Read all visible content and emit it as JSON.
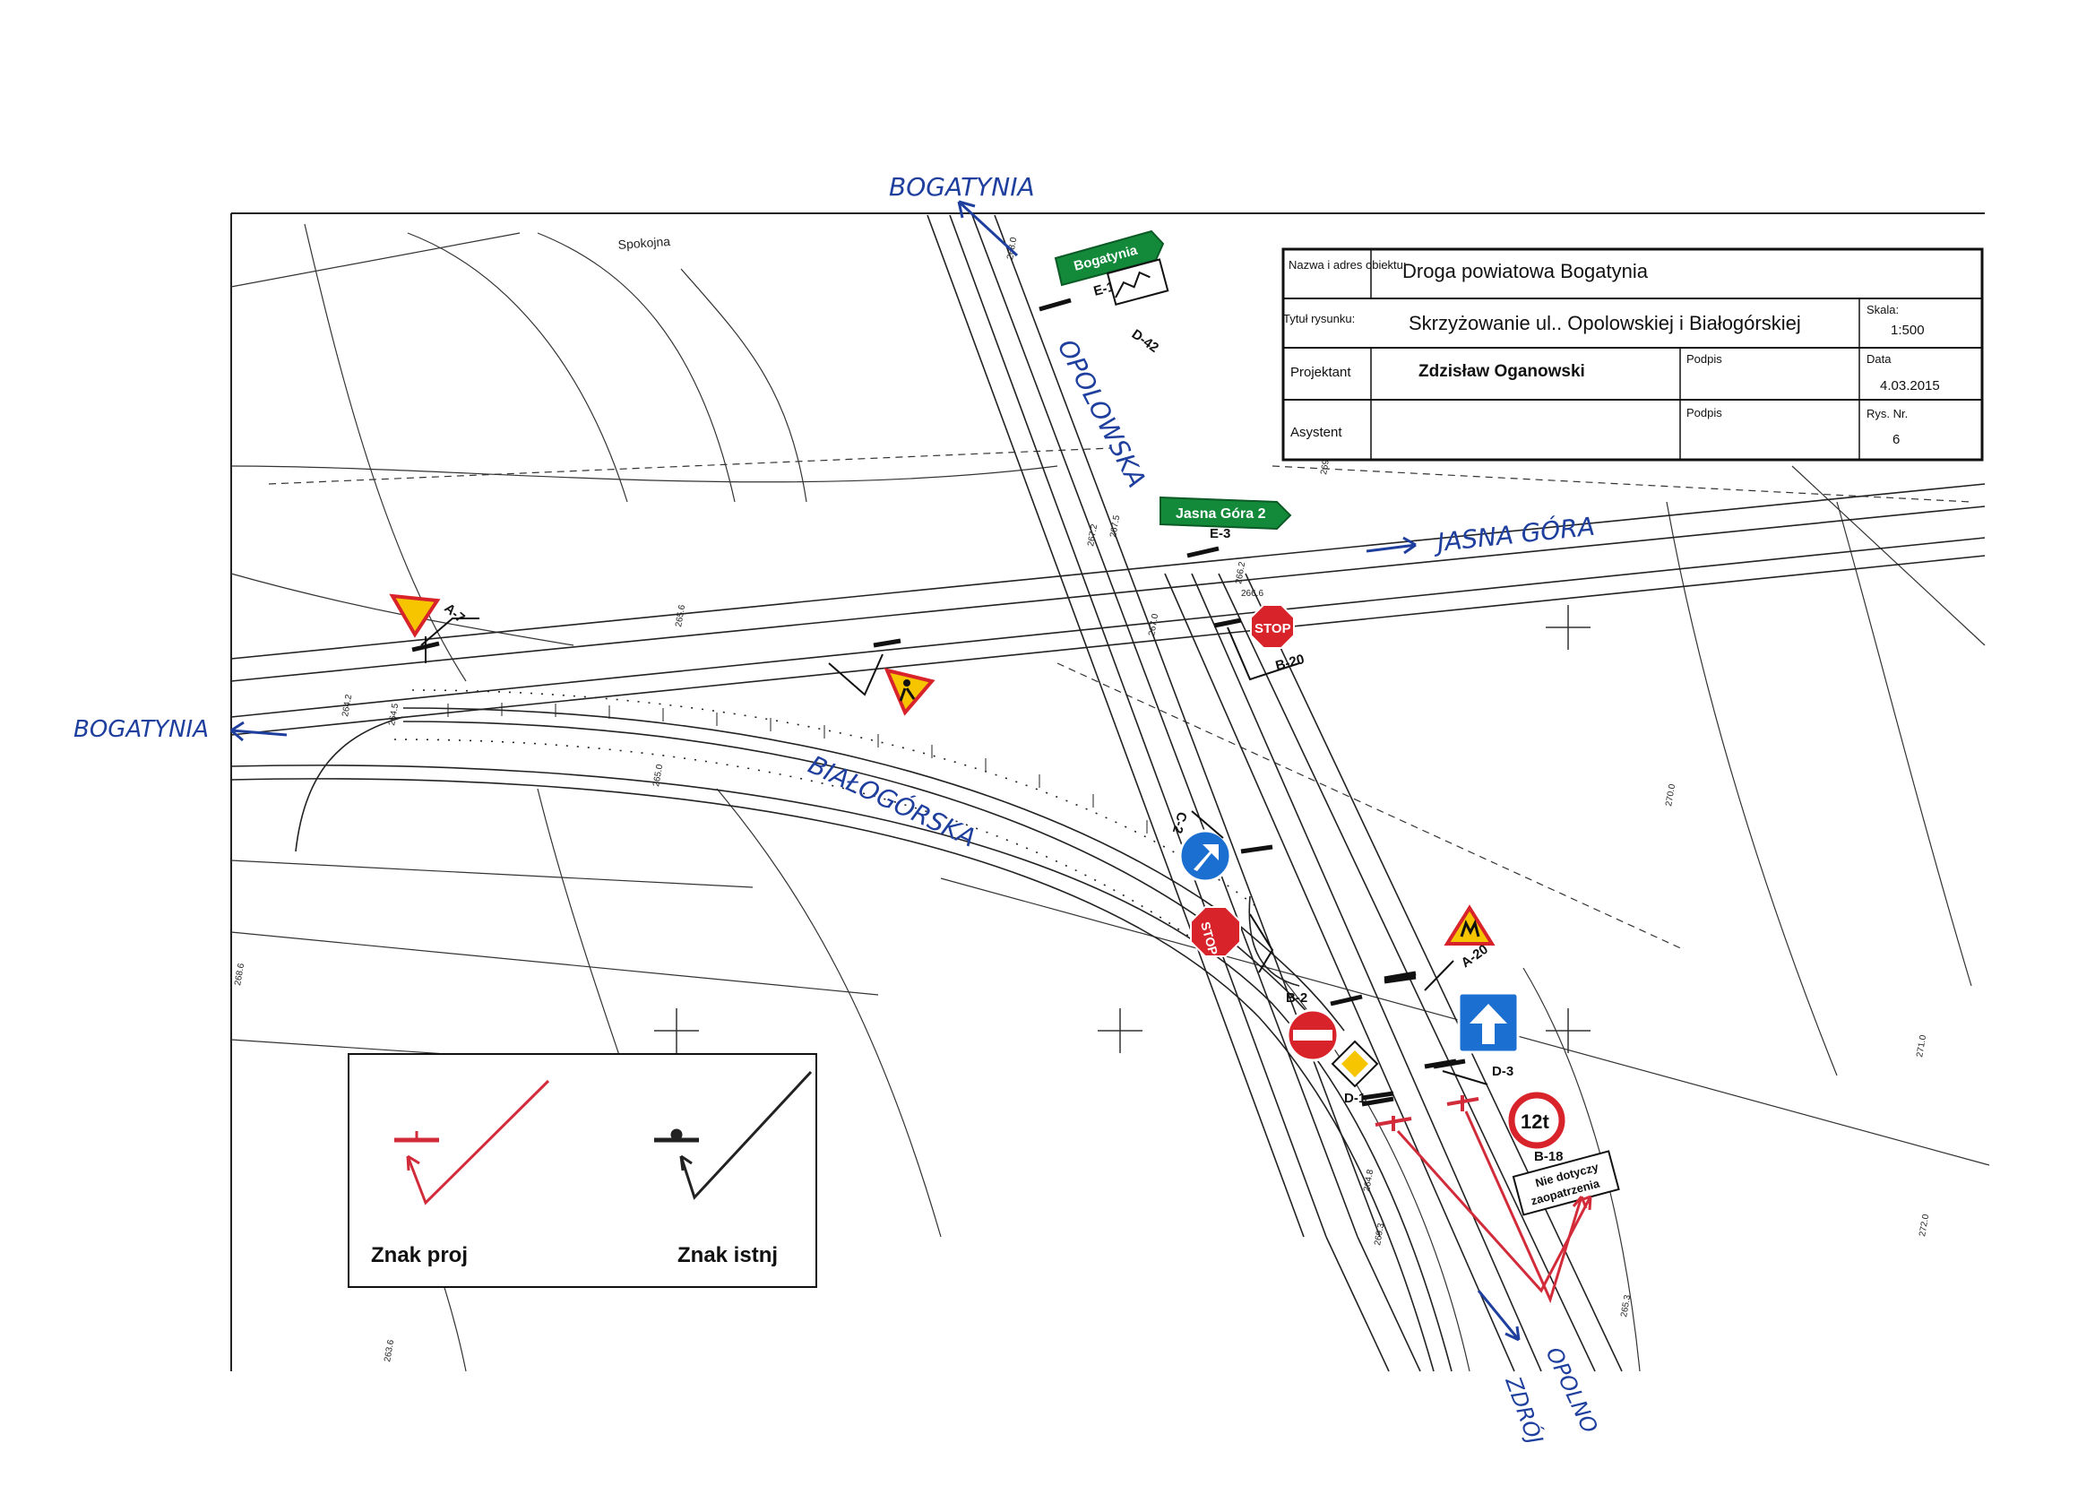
{
  "title_block": {
    "object_label": "Nazwa i adres obiektu:",
    "object_value": "Droga powiatowa Bogatynia",
    "drawing_label": "Tytuł rysunku:",
    "drawing_value": "Skrzyżowanie ul.. Opolowskiej i Białogórskiej",
    "scale_label": "Skala:",
    "scale_value": "1:500",
    "designer_label": "Projektant",
    "designer_value": "Zdzisław Oganowski",
    "signature_label_1": "Podpis",
    "date_label": "Data",
    "date_value": "4.03.2015",
    "assistant_label": "Asystent",
    "signature_label_2": "Podpis",
    "drawing_no_label": "Rys. Nr.",
    "drawing_no_value": "6"
  },
  "handwritten": {
    "bogatynia_north": "BOGATYNIA",
    "bogatynia_west": "BOGATYNIA",
    "opolowska": "OPOLOWSKA",
    "jasna_gora": "JASNA GÓRA",
    "bialogorska": "BIAŁOGÓRSKA",
    "opolno_zdroj_1": "OPOLNO",
    "opolno_zdroj_2": "ZDRÓJ"
  },
  "street_labels": {
    "spokojna": "Spokojna"
  },
  "signs": {
    "e17a_plate": "Bogatynia",
    "e17a_code": "E-17a",
    "d42_code": "D-42",
    "e3_plate": "Jasna Góra 2",
    "e3_code": "E-3",
    "stop_text": "STOP",
    "b20_code": "B-20",
    "c2_code": "C-2",
    "a7_code": "A-7",
    "a20_code": "A-20",
    "b2_code": "B-2",
    "d1_code": "D-1",
    "d3_code": "D-3",
    "b18_value": "12t",
    "b18_code": "B-18",
    "b18_plate_1": "Nie dotyczy",
    "b18_plate_2": "zaopatrzenia"
  },
  "elevations": [
    "264.2",
    "264.5",
    "265.0",
    "265.6",
    "266.2",
    "266.6",
    "267.0",
    "267.2",
    "267.5",
    "268.0",
    "269.0",
    "270.0",
    "271.0",
    "272.0",
    "264.8",
    "265.3",
    "263.6",
    "268.6",
    "269.3"
  ],
  "legend": {
    "proj_label": "Znak proj",
    "existing_label": "Znak istnj"
  },
  "colors": {
    "ink": "#1a1a1a",
    "handwriting": "#1f3f9e",
    "proposed": "#d22b3a",
    "sign_green": "#138a3a",
    "sign_red": "#d8232a",
    "sign_blue": "#1b6fd1",
    "sign_yellow": "#f6c500"
  }
}
